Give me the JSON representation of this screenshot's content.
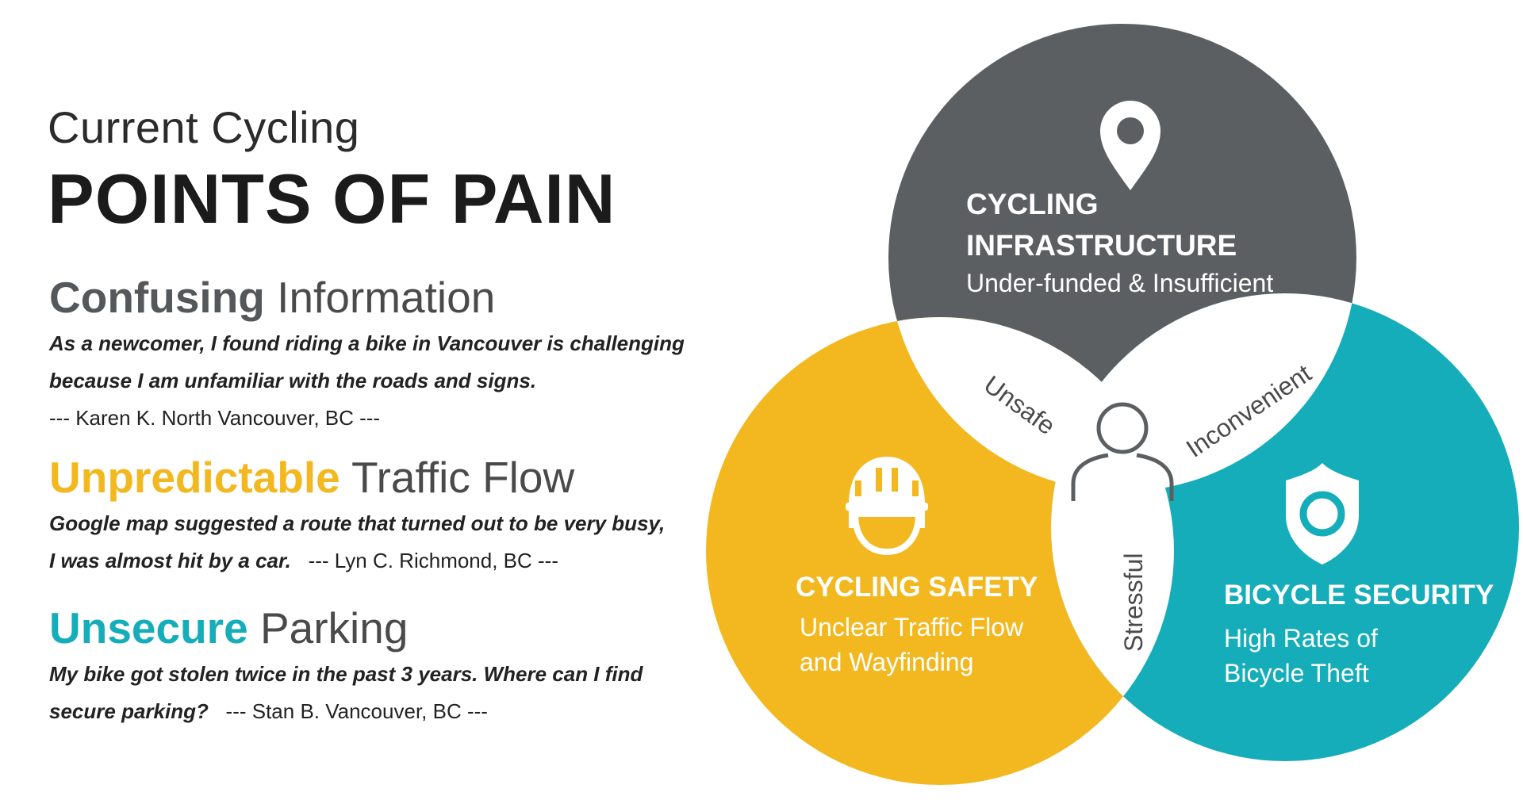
{
  "header": {
    "kicker": "Current Cycling",
    "title": "POINTS OF PAIN"
  },
  "pains": [
    {
      "keyword": "Confusing",
      "rest": " Information",
      "quote_lines": [
        "As a newcomer, I found riding a bike in Vancouver is challenging",
        "because I am unfamiliar with the roads and signs."
      ],
      "attribution": "--- Karen K.  North Vancouver, BC ---"
    },
    {
      "keyword": "Unpredictable",
      "rest": " Traffic Flow",
      "quote_lines": [
        "Google map suggested a route that turned out to be very busy,",
        "I was almost hit by a car."
      ],
      "attribution": "--- Lyn C.  Richmond, BC ---"
    },
    {
      "keyword": "Unsecure",
      "rest": " Parking",
      "quote_lines": [
        "My bike got stolen twice in the past 3 years. Where can I find",
        "secure parking?"
      ],
      "attribution": "--- Stan B.  Vancouver, BC ---"
    }
  ],
  "venn": {
    "colors": {
      "infrastructure": "#5c5f61",
      "safety": "#f3b81f",
      "security": "#14adb9",
      "overlap": "#ffffff",
      "outline": "#5c5f61"
    },
    "infrastructure": {
      "title_line1": "CYCLING",
      "title_line2": "INFRASTRUCTURE",
      "subtitle": "Under-funded  & Insufficient",
      "icon": "map-pin-icon"
    },
    "safety": {
      "title": "CYCLING SAFETY",
      "subtitle_line1": "Unclear Traffic Flow",
      "subtitle_line2": "and Wayfinding",
      "icon": "helmet-icon"
    },
    "security": {
      "title": "BICYCLE SECURITY",
      "subtitle_line1": "High Rates of",
      "subtitle_line2": "Bicycle Theft",
      "icon": "shield-icon"
    },
    "overlaps": {
      "unsafe": "Unsafe",
      "inconvenient": "Inconvenient",
      "stressful": "Stressful"
    },
    "center_icon": "person-icon"
  }
}
